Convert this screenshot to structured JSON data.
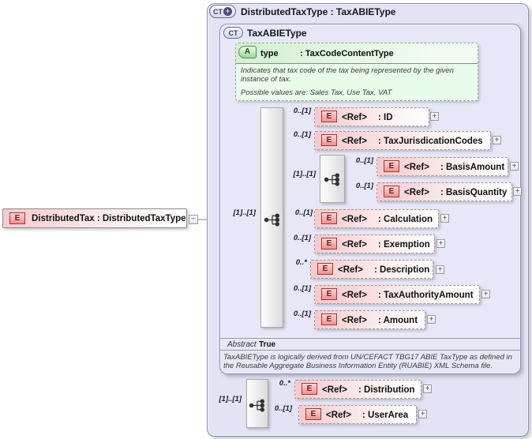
{
  "diagram": {
    "root": {
      "icon": "E",
      "label": "DistributedTax : DistributedTaxType",
      "collapse": "−"
    },
    "outer": {
      "icon_text": "CT",
      "icon_plus": "+",
      "title": "DistributedTaxType : TaxABIEType"
    },
    "inner": {
      "icon_text": "CT",
      "title": "TaxABIEType"
    },
    "attribute": {
      "icon": "A",
      "name": "type",
      "type": ": TaxCodeContentType",
      "doc": "Indicates that tax code of the tax being represented by the given instance of tax.",
      "values": "Possible values are: Sales Tax, Use Tax, VAT"
    },
    "groups": {
      "main": "[1]..[1]",
      "inner": "[1]..[1]",
      "bottom": "[1]..[1]"
    },
    "elements": [
      {
        "card": "0..[1]",
        "ref": "<Ref>",
        "name": ": ID"
      },
      {
        "card": "0..[1]",
        "ref": "<Ref>",
        "name": ": TaxJurisdicationCodes"
      },
      {
        "card": "0..[1]",
        "ref": "<Ref>",
        "name": ": BasisAmount"
      },
      {
        "card": "0..[1]",
        "ref": "<Ref>",
        "name": ": BasisQuantity"
      },
      {
        "card": "0..[1]",
        "ref": "<Ref>",
        "name": ": Calculation"
      },
      {
        "card": "0..[1]",
        "ref": "<Ref>",
        "name": ": Exemption"
      },
      {
        "card": "0..*",
        "ref": "<Ref>",
        "name": ": Description"
      },
      {
        "card": "0..[1]",
        "ref": "<Ref>",
        "name": ": TaxAuthorityAmount"
      },
      {
        "card": "0..[1]",
        "ref": "<Ref>",
        "name": ": Amount"
      },
      {
        "card": "0..*",
        "ref": "<Ref>",
        "name": ": Distribution"
      },
      {
        "card": "0..[1]",
        "ref": "<Ref>",
        "name": ": UserArea"
      }
    ],
    "abstract": {
      "label": "Abstract",
      "value": "True"
    },
    "footer": "TaxABIEType is logically derived from UN/CEFACT TBG17 ABIE TaxType as defined in the Reusable Aggregate Business Information Entity (RUABIE) XML Schema file.",
    "expand": "+",
    "colors": {
      "container_fill": "#e3e3f5",
      "container_border": "#8f8fb8",
      "element_fill": "#f6c9cd",
      "element_icon_border": "#9e3a3a",
      "attribute_fill": "#e9fbe9",
      "attribute_icon_border": "#4e8a4e",
      "sequence_fill": "#ededed",
      "wire": "#8a8a8a"
    }
  }
}
